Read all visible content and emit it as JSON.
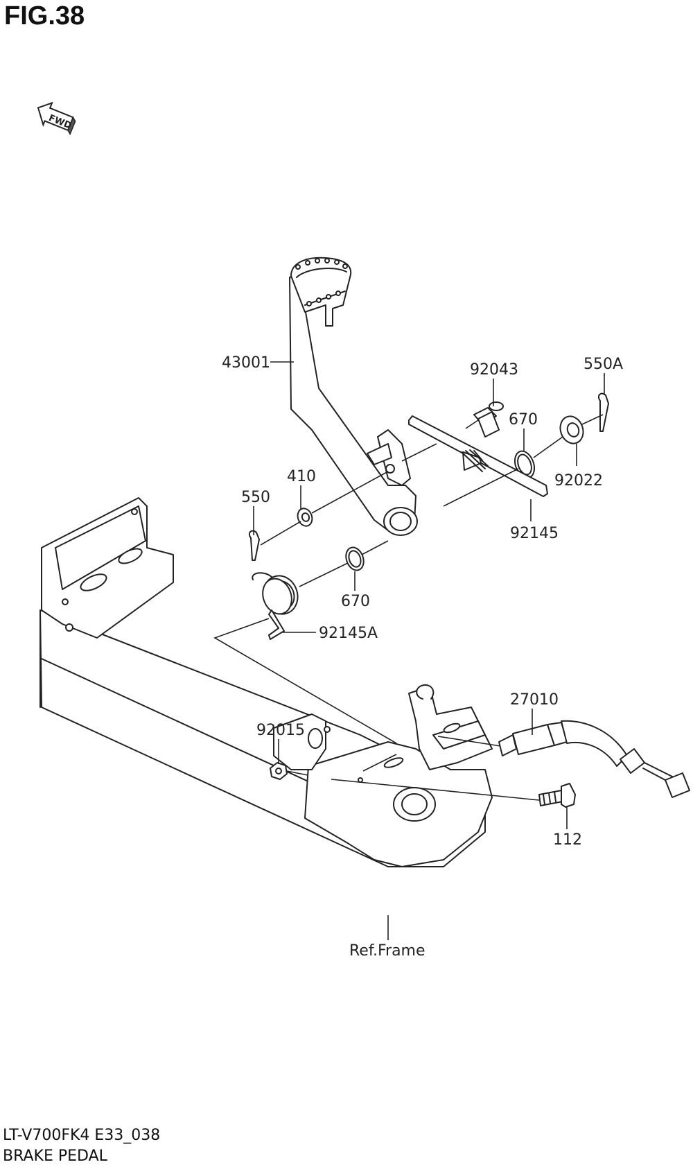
{
  "figure": {
    "title": "FIG.38",
    "model_code": "LT-V700FK4 E33_038",
    "caption": "BRAKE PEDAL"
  },
  "fwd_marker": {
    "label": "FWD"
  },
  "callouts": [
    {
      "id": "43001",
      "label": "43001"
    },
    {
      "id": "92043",
      "label": "92043"
    },
    {
      "id": "550A",
      "label": "550A"
    },
    {
      "id": "670-upper",
      "label": "670"
    },
    {
      "id": "92022",
      "label": "92022"
    },
    {
      "id": "410",
      "label": "410"
    },
    {
      "id": "550",
      "label": "550"
    },
    {
      "id": "92145",
      "label": "92145"
    },
    {
      "id": "670-lower",
      "label": "670"
    },
    {
      "id": "92145A",
      "label": "92145A"
    },
    {
      "id": "27010",
      "label": "27010"
    },
    {
      "id": "92015",
      "label": "92015"
    },
    {
      "id": "112",
      "label": "112"
    },
    {
      "id": "ref-frame",
      "label": "Ref.Frame"
    }
  ]
}
